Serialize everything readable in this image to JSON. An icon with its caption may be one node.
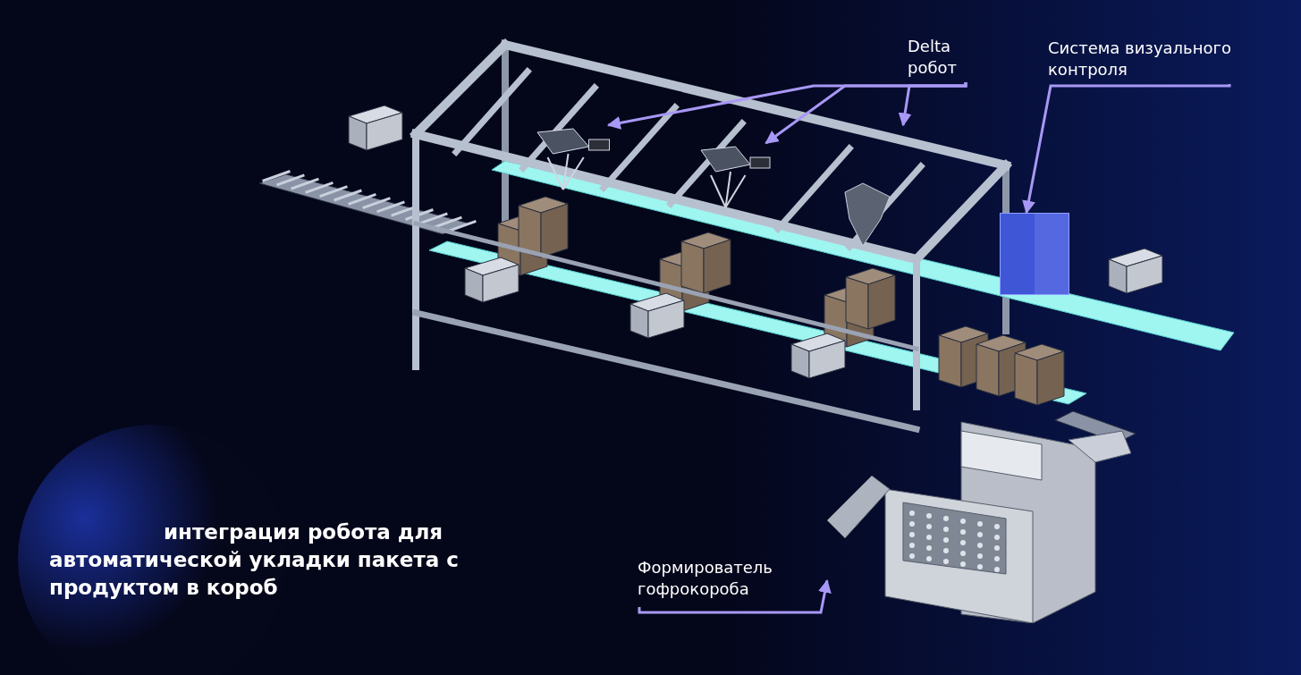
{
  "diagram": {
    "title": "интеграция робота для автоматической укладки пакета с продуктом в короб",
    "nodes": [
      {
        "text": [
          "Delta робот"
        ]
      },
      {
        "text": [],
        "shape": "picture"
      },
      {
        "text": [],
        "shape": "picture"
      },
      {
        "text": [
          "Система визуального контроля"
        ]
      },
      {
        "text": [],
        "shape": "box"
      },
      {
        "text": [
          "Формирователь гофрокороба"
        ]
      },
      {
        "text": [],
        "shape": "picture"
      }
    ],
    "edges": [
      {
        "from": 0,
        "to": 1,
        "arrow": "to"
      },
      {
        "from": 0,
        "to": 2,
        "arrow": "to"
      },
      {
        "from": 0,
        "to": null,
        "arrow": "to"
      },
      {
        "from": 3,
        "to": 4,
        "arrow": "to"
      },
      {
        "from": 5,
        "to": 6,
        "arrow": "to"
      }
    ]
  }
}
